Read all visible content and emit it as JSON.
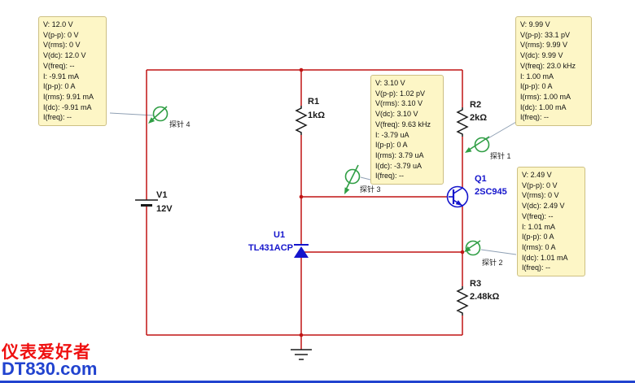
{
  "colors": {
    "wire": "#c01414",
    "ink": "#1a1a1a",
    "blue": "#1414cc",
    "green": "#2f9e44",
    "leader": "#8fa0b4",
    "boxbg": "#fdf6c6",
    "boxborder": "#cdc083",
    "wmred": "#ef1010",
    "wmblue": "#2143cf"
  },
  "components": {
    "v1": {
      "ref": "V1",
      "value": "12V"
    },
    "r1": {
      "ref": "R1",
      "value": "1kΩ"
    },
    "r2": {
      "ref": "R2",
      "value": "2kΩ"
    },
    "r3": {
      "ref": "R3",
      "value": "2.48kΩ"
    },
    "q1": {
      "ref": "Q1",
      "value": "2SC945"
    },
    "u1": {
      "ref": "U1",
      "value": "TL431ACP"
    }
  },
  "probes": {
    "p1": {
      "label": "探针 1",
      "lines": [
        "V: 9.99 V",
        "V(p-p): 33.1 pV",
        "V(rms): 9.99 V",
        "V(dc): 9.99 V",
        "V(freq): 23.0 kHz",
        "I: 1.00 mA",
        "I(p-p): 0 A",
        "I(rms): 1.00 mA",
        "I(dc): 1.00 mA",
        "I(freq): --"
      ]
    },
    "p2": {
      "label": "探针 2",
      "lines": [
        "V: 2.49 V",
        "V(p-p): 0 V",
        "V(rms): 0 V",
        "V(dc): 2.49 V",
        "V(freq): --",
        "I: 1.01 mA",
        "I(p-p): 0 A",
        "I(rms): 0 A",
        "I(dc): 1.01 mA",
        "I(freq): --"
      ]
    },
    "p3": {
      "label": "探针 3",
      "lines": [
        "V: 3.10 V",
        "V(p-p): 1.02 pV",
        "V(rms): 3.10 V",
        "V(dc): 3.10 V",
        "V(freq): 9.63 kHz",
        "I: -3.79 uA",
        "I(p-p): 0 A",
        "I(rms): 3.79 uA",
        "I(dc): -3.79 uA",
        "I(freq): --"
      ]
    },
    "p4": {
      "label": "探针 4",
      "lines": [
        "V: 12.0 V",
        "V(p-p): 0 V",
        "V(rms): 0 V",
        "V(dc): 12.0 V",
        "V(freq): --",
        "I: -9.91 mA",
        "I(p-p): 0 A",
        "I(rms): 9.91 mA",
        "I(dc): -9.91 mA",
        "I(freq): --"
      ]
    }
  },
  "watermark": {
    "line1": "仪表爱好者",
    "line2": "DT830.com"
  }
}
